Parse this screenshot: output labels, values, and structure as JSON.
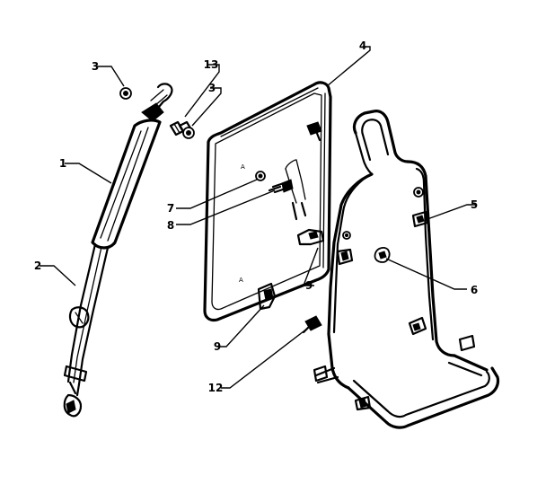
{
  "callouts": [
    {
      "id": "c1",
      "text": "1"
    },
    {
      "id": "c2",
      "text": "2"
    },
    {
      "id": "c3a",
      "text": "3"
    },
    {
      "id": "c3b",
      "text": "3"
    },
    {
      "id": "c13",
      "text": "13"
    },
    {
      "id": "c4",
      "text": "4"
    },
    {
      "id": "c5",
      "text": "5"
    },
    {
      "id": "c6",
      "text": "6"
    },
    {
      "id": "c7",
      "text": "7"
    },
    {
      "id": "c8",
      "text": "8"
    },
    {
      "id": "c9a",
      "text": "9"
    },
    {
      "id": "c9b",
      "text": "9"
    },
    {
      "id": "c12",
      "text": "12"
    }
  ],
  "marks": {
    "a": "A"
  }
}
